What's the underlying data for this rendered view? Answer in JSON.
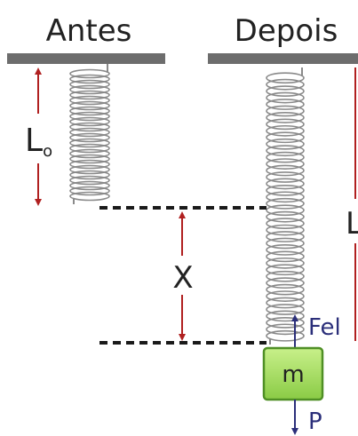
{
  "labels": {
    "before": "Antes",
    "after": "Depois",
    "l0_main": "L",
    "l0_sub": "o",
    "l_right": "L",
    "x": "X",
    "mass": "m",
    "fel": "Fel",
    "p": "P"
  },
  "colors": {
    "ceiling": "#6d6d6d",
    "spring": "#8a8a8a",
    "arrow_red": "#b02020",
    "force_blue": "#2b2f7a",
    "dashed": "#1a1a1a",
    "mass_fill": "#9fdc5a",
    "mass_border": "#4f8f25"
  },
  "springs": {
    "before_turns": 24,
    "after_turns": 40
  }
}
